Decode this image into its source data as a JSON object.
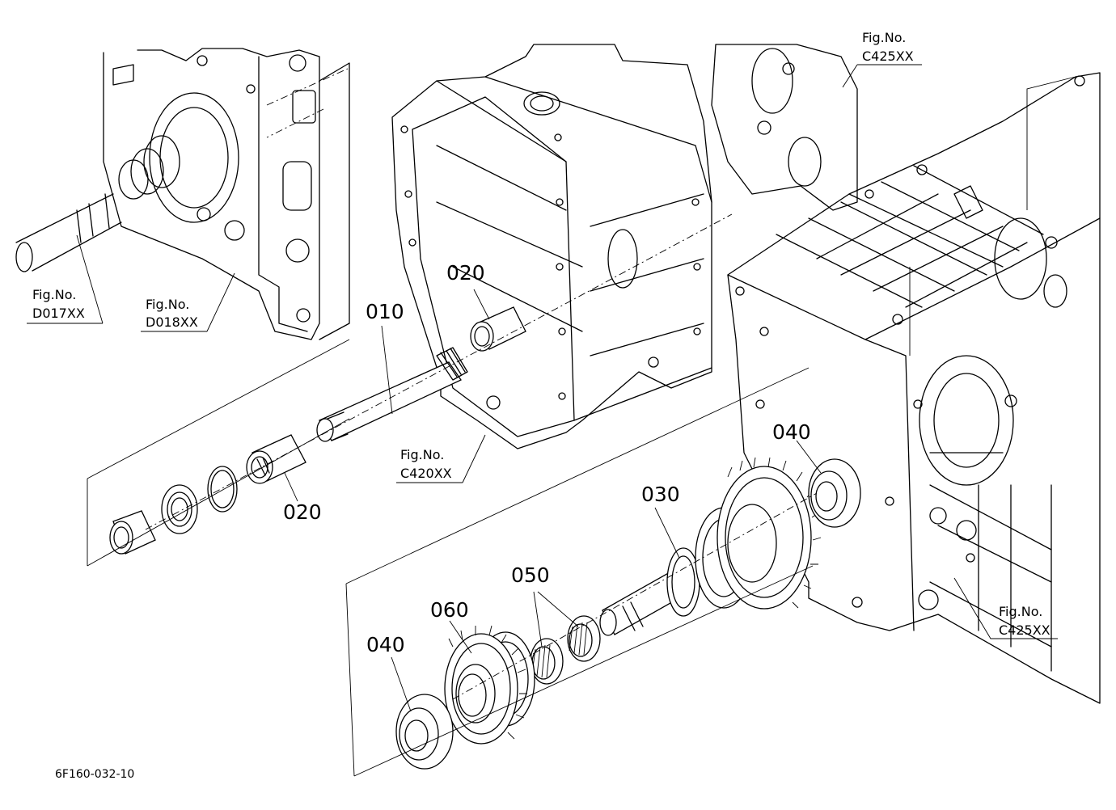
{
  "part_numbers": {
    "p010": "010",
    "p020_top": "020",
    "p020_bottom": "020",
    "p030": "030",
    "p040_right": "040",
    "p040_left": "040",
    "p050": "050",
    "p060": "060"
  },
  "figure_refs": {
    "d017": {
      "line1": "Fig.No.",
      "line2": "D017XX"
    },
    "d018": {
      "line1": "Fig.No.",
      "line2": "D018XX"
    },
    "c420": {
      "line1": "Fig.No.",
      "line2": "C420XX"
    },
    "c425_top": {
      "line1": "Fig.No.",
      "line2": "C425XX"
    },
    "c425_bottom": {
      "line1": "Fig.No.",
      "line2": "C425XX"
    }
  },
  "drawing_code": "6F160-032-10"
}
